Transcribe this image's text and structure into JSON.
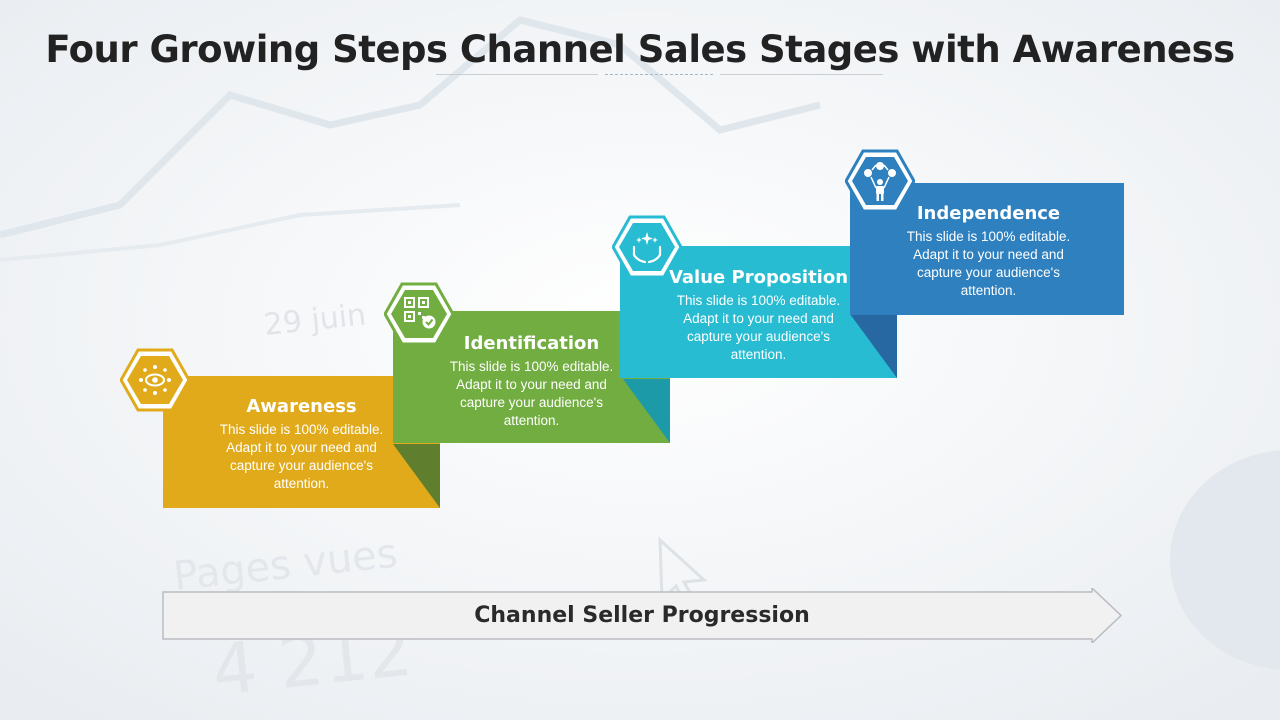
{
  "title": "Four Growing Steps Channel Sales Stages with Awareness",
  "steps": [
    {
      "heading": "Awareness",
      "body": "This slide is 100% editable. Adapt it to your need and capture your audience's attention.",
      "color": "#e0aa1b",
      "dark": "#5f7f2f",
      "icon": "eye-network-icon"
    },
    {
      "heading": "Identification",
      "body": "This slide is 100% editable. Adapt it to your need and capture your audience's attention.",
      "color": "#72ad41",
      "dark": "#1d9aa8",
      "icon": "qr-code-check-icon"
    },
    {
      "heading": "Value Proposition",
      "body": "This slide is 100% editable. Adapt it to your need and capture your audience's attention.",
      "color": "#27bcd1",
      "dark": "#2767a2",
      "icon": "hands-sparkle-icon"
    },
    {
      "heading": "Independence",
      "body": "This slide is 100% editable. Adapt it to your need and capture your audience's attention.",
      "color": "#2e80bf",
      "dark": "#2e80bf",
      "icon": "person-dollar-icon"
    }
  ],
  "progression_label": "Channel Seller Progression"
}
